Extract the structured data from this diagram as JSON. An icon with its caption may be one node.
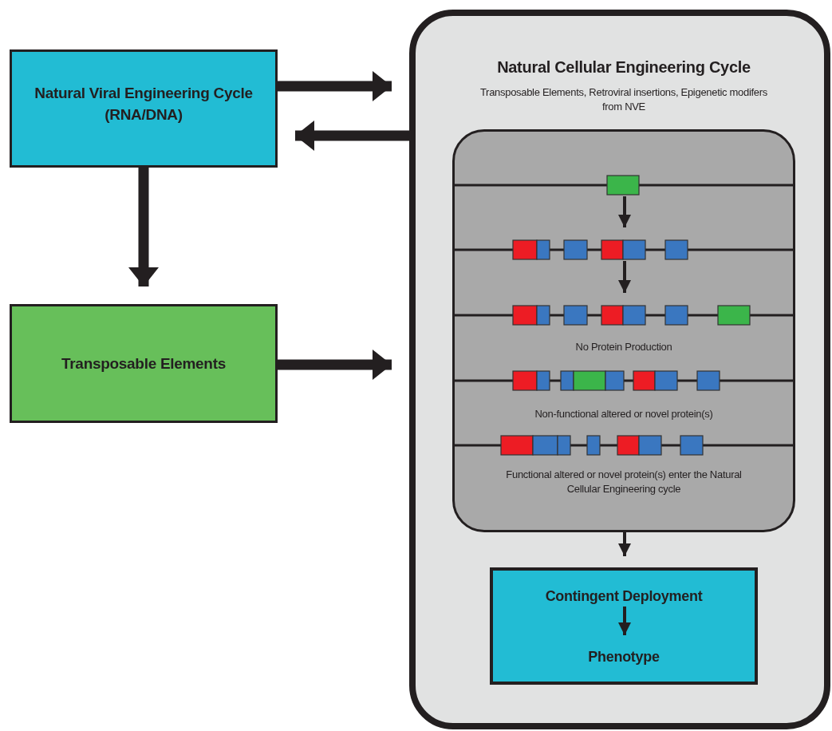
{
  "diagram": {
    "nodes": [
      {
        "text": [
          "Natural Viral Engineering Cycle (RNA/DNA)"
        ]
      },
      {
        "text": [
          "Transposable Elements"
        ]
      },
      {
        "text": [
          "Natural Cellular Engineering Cycle",
          "Transposable Elements, Retroviral insertions, Epigenetic modifers from NVE"
        ]
      },
      {
        "text": [
          "No Protein Production",
          "Non-functional altered or novel protein(s)",
          "Functional altered or novel protein(s) enter the Natural Cellular Engineering cycle"
        ],
        "in": 2
      },
      {
        "text": [],
        "shape": "picture",
        "in": 3
      },
      {
        "text": [],
        "shape": "picture",
        "in": 3
      },
      {
        "text": [],
        "shape": "picture",
        "in": 3
      },
      {
        "text": [],
        "shape": "picture",
        "in": 3
      },
      {
        "text": [],
        "shape": "picture",
        "in": 3
      },
      {
        "text": [],
        "shape": "box",
        "in": 2
      },
      {
        "text": [
          "Contingent Deployment"
        ],
        "in": 9
      },
      {
        "text": [
          "Phenotype"
        ],
        "in": 9
      }
    ],
    "edges": [
      {
        "from": 0,
        "to": 2,
        "arrow": "to",
        "style": "thick"
      },
      {
        "from": 2,
        "to": 0,
        "arrow": "to",
        "style": "thick"
      },
      {
        "from": 0,
        "to": 1,
        "arrow": "to",
        "style": "thick"
      },
      {
        "from": 1,
        "to": 2,
        "arrow": "to",
        "style": "thick"
      },
      {
        "from": 4,
        "to": 5,
        "arrow": "to"
      },
      {
        "from": 5,
        "to": 6,
        "arrow": "to"
      },
      {
        "from": 3,
        "to": 9,
        "arrow": "to"
      },
      {
        "from": 10,
        "to": 11,
        "arrow": "to"
      }
    ]
  }
}
